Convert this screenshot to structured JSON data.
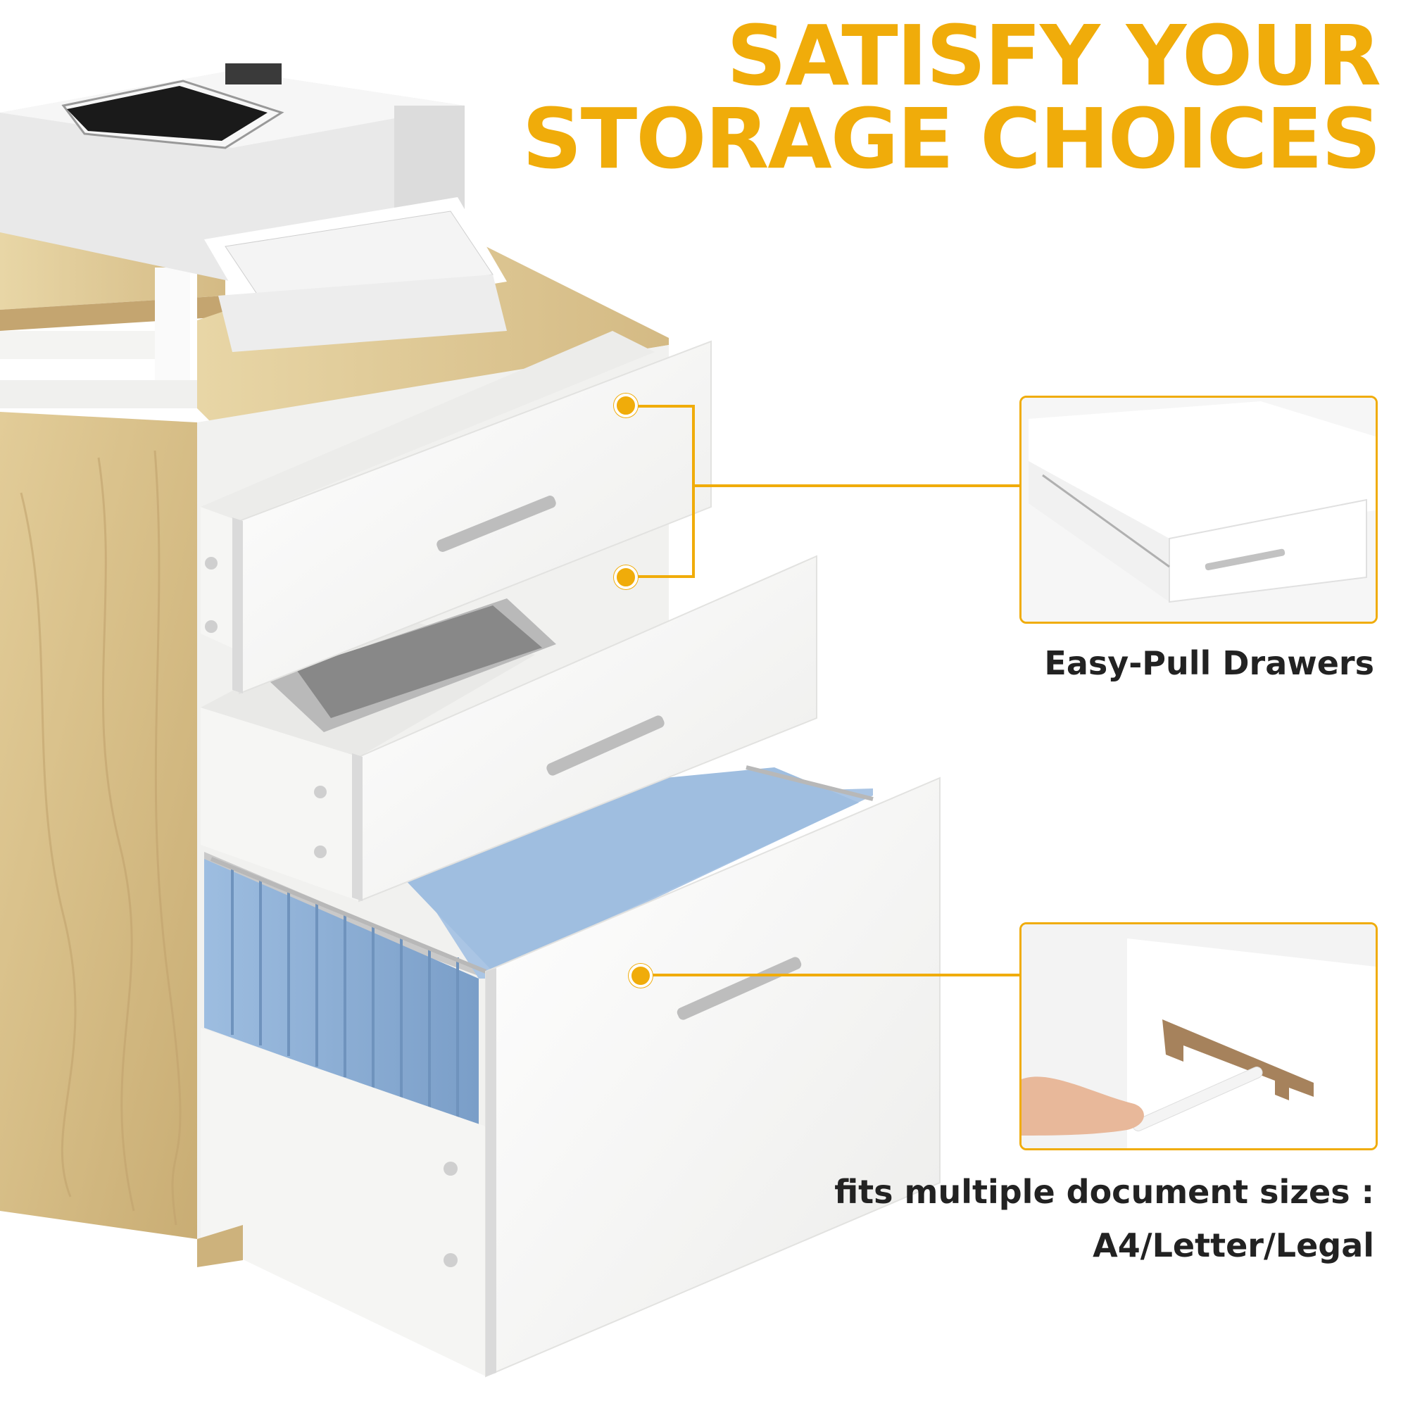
{
  "headline": {
    "line1": "SATISFY YOUR",
    "line2": "STORAGE CHOICES"
  },
  "callouts": [
    {
      "caption": "Easy-Pull Drawers"
    },
    {
      "caption_line1": "fits multiple document sizes :",
      "caption_line2": "A4/Letter/Legal"
    }
  ],
  "colors": {
    "accent": "#f0ac0a",
    "wood": "#d9c08c",
    "drawer_white": "#f7f7f5",
    "folder_blue": "#8aaed4"
  }
}
